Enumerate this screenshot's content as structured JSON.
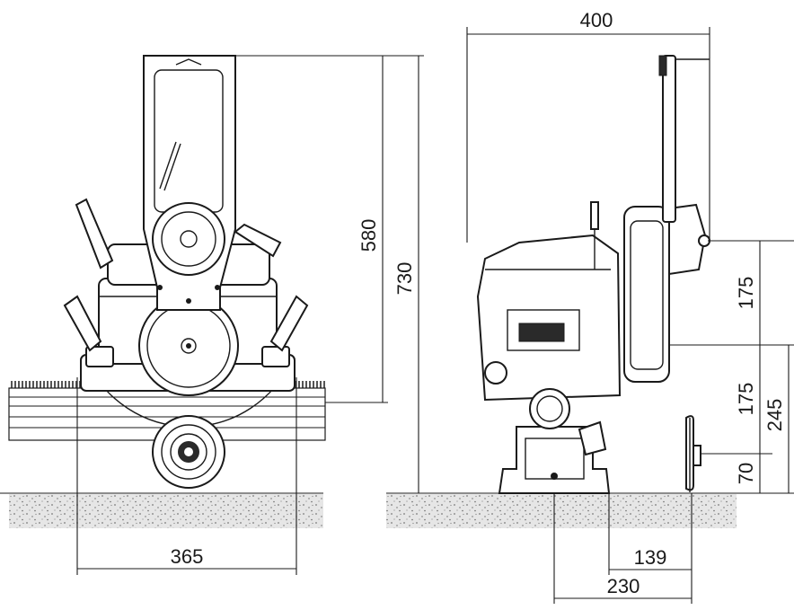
{
  "dimensions": {
    "width_400": "400",
    "height_580": "580",
    "height_730": "730",
    "height_175_upper": "175",
    "height_175_lower": "175",
    "height_245": "245",
    "height_70": "70",
    "width_365": "365",
    "width_139": "139",
    "width_230": "230"
  },
  "colors": {
    "line": "#1a1a1a",
    "ground": "#cfcfcf",
    "rail": "#9a9a9a"
  }
}
